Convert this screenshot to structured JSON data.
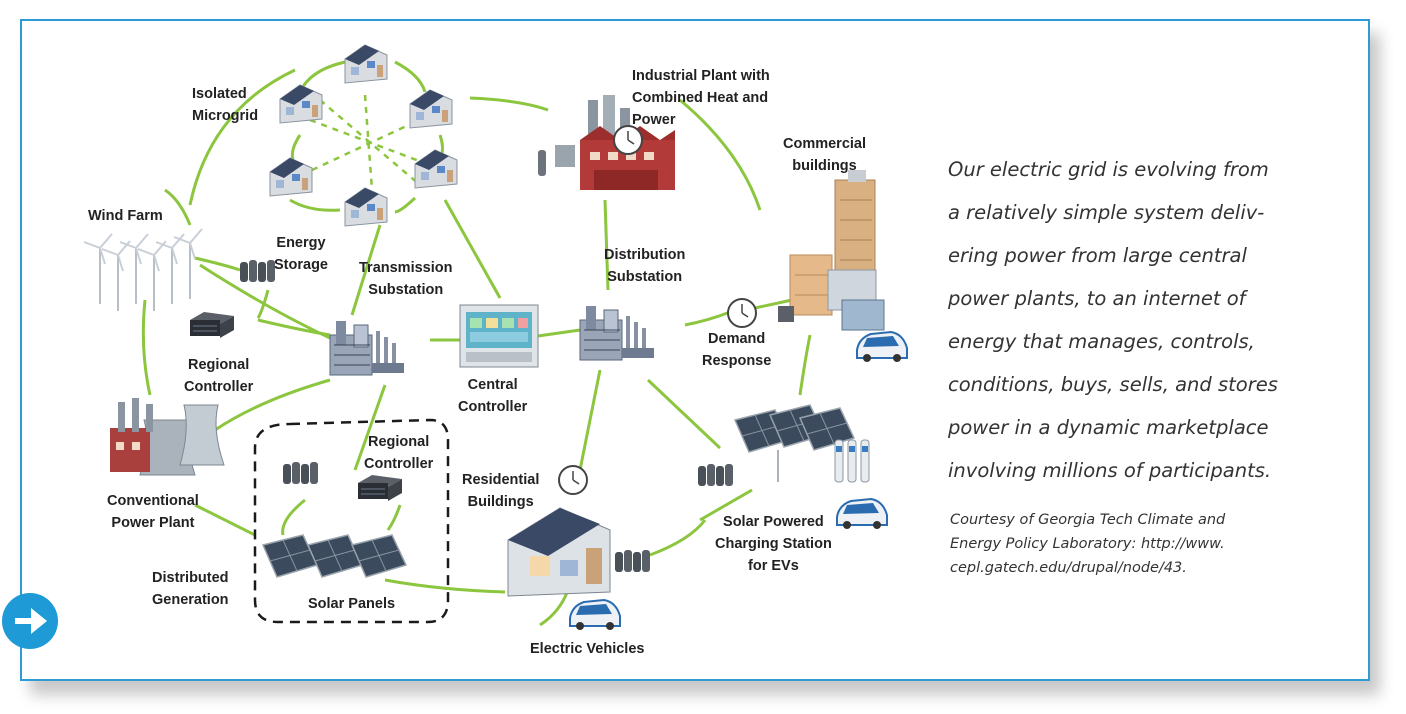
{
  "labels": {
    "isolated_microgrid": "Isolated\nMicrogrid",
    "industrial_plant": "Industrial Plant with\nCombined Heat and\nPower",
    "commercial_buildings": "Commercial\nbuildings",
    "wind_farm": "Wind Farm",
    "energy_storage": "Energy\nStorage",
    "transmission_substation": "Transmission\nSubstation",
    "distribution_substation": "Distribution\nSubstation",
    "regional_controller_1": "Regional\nController",
    "central_controller": "Central\nController",
    "demand_response": "Demand\nResponse",
    "regional_controller_2": "Regional\nController",
    "residential_buildings": "Residential\nBuildings",
    "conventional_power_plant": "Conventional\nPower Plant",
    "solar_charging_station": "Solar Powered\nCharging Station\nfor EVs",
    "distributed_generation": "Distributed\nGeneration",
    "solar_panels": "Solar Panels",
    "electric_vehicles": "Electric Vehicles"
  },
  "quote": "Our electric grid is evolving from\na relatively simple system deliv-\nering power from large central\npower plants, to an internet of\nenergy that manages, controls,\nconditions, buys, sells, and stores\npower in a dynamic marketplace\ninvolving millions of participants.",
  "credit": "Courtesy of Georgia Tech Climate and\nEnergy Policy Laboratory: http://www.\ncepl.gatech.edu/drupal/node/43.",
  "icons": [
    "house-icon",
    "factory-icon",
    "office-tower-icon",
    "wind-turbine-icon",
    "battery-icon",
    "substation-icon",
    "controller-rack-icon",
    "control-panel-icon",
    "clock-icon",
    "cooling-tower-icon",
    "solar-panel-icon",
    "car-icon",
    "ev-charger-icon",
    "arrow-right-icon"
  ],
  "colors": {
    "frame": "#2e9bd6",
    "connection": "#8cc63f",
    "arrow": "#1e9ad6"
  }
}
